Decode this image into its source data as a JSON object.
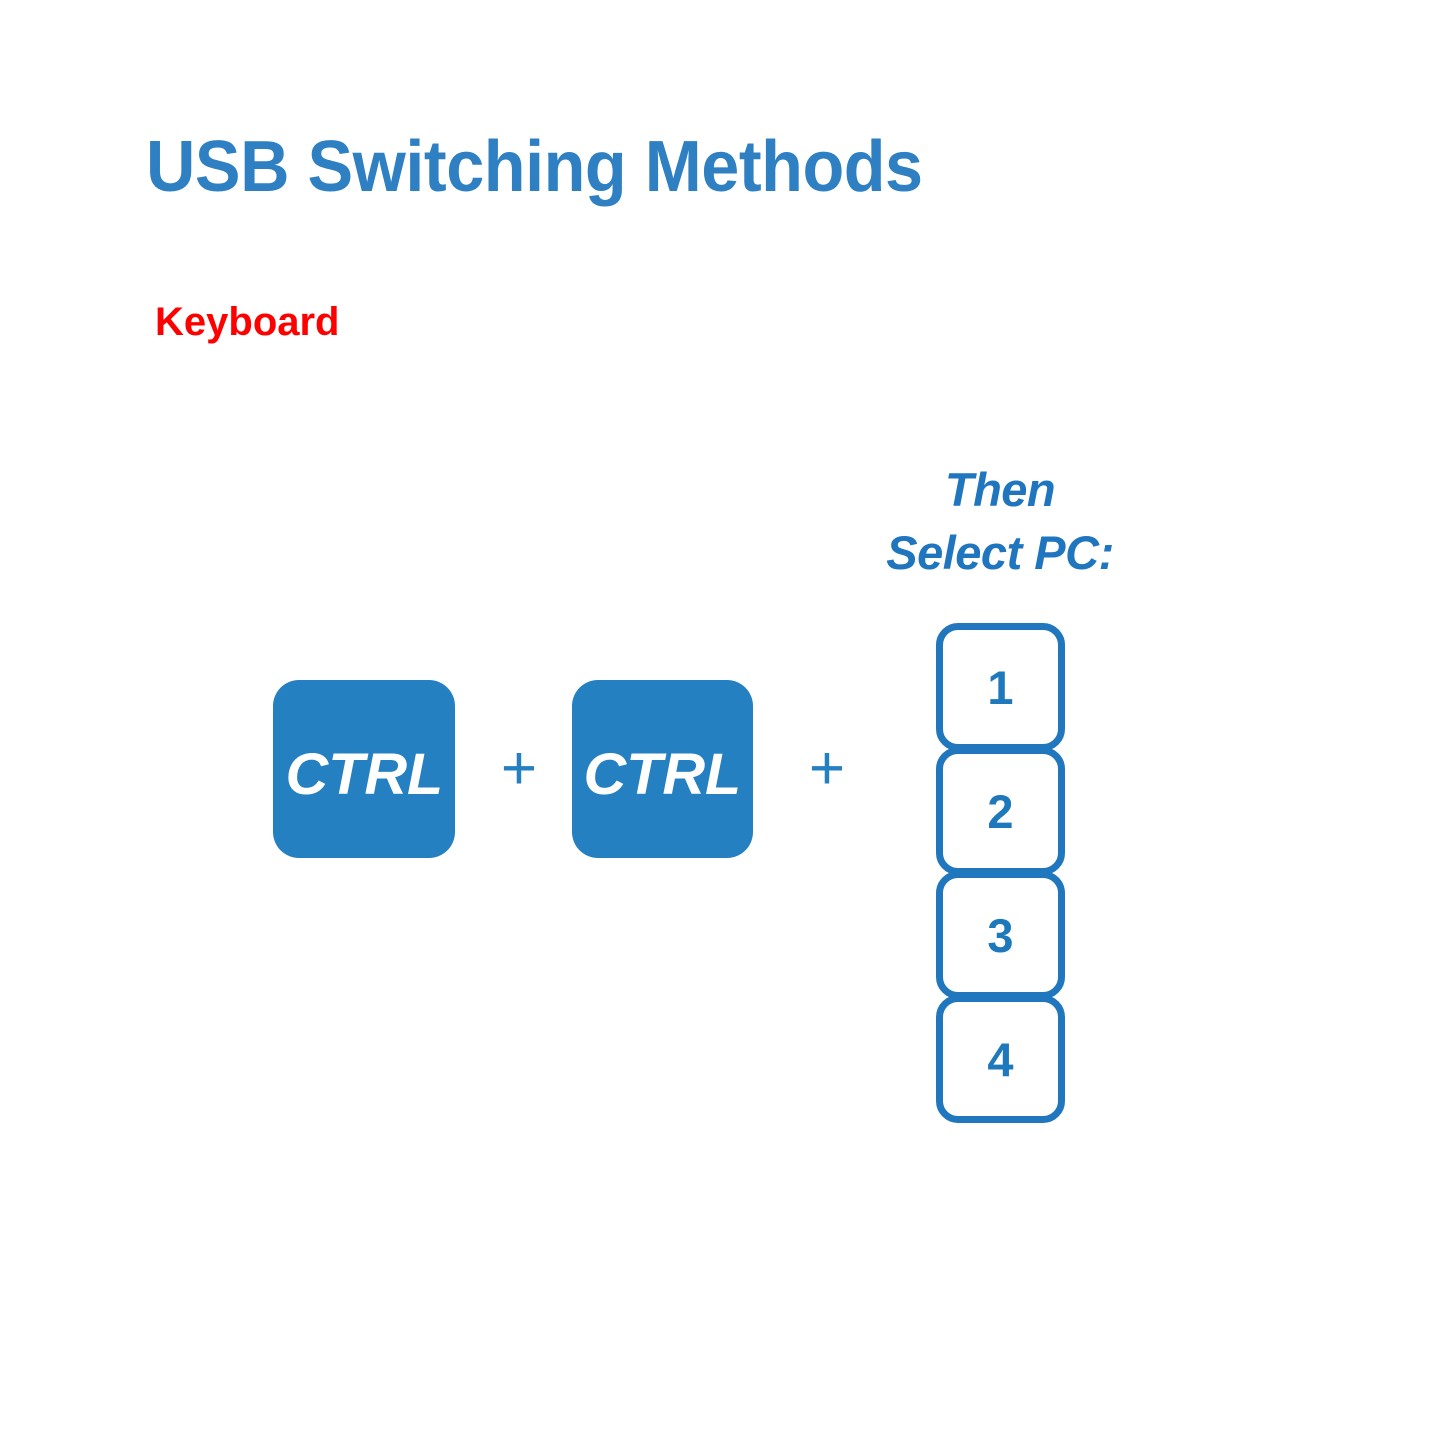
{
  "slide": {
    "title": "USB Switching Methods",
    "section_label": "Keyboard",
    "background_color": "#FFFFFF"
  },
  "colors": {
    "title_blue": "#2E80C2",
    "key_blue": "#2580C2",
    "outline_blue": "#2077BE",
    "numeral_blue": "#1E78BC",
    "label_red": "#FF0000",
    "key_text_white": "#FFFFFF"
  },
  "caption": {
    "line1": "Then",
    "line2": "Select PC:"
  },
  "shortcut": {
    "keys": [
      {
        "label": "CTRL",
        "style": "filled"
      },
      {
        "label": "CTRL",
        "style": "filled"
      }
    ],
    "separator": "+",
    "separators": [
      "+",
      "+"
    ]
  },
  "pc_selection": {
    "keys": [
      {
        "label": "1"
      },
      {
        "label": "2"
      },
      {
        "label": "3"
      },
      {
        "label": "4"
      }
    ]
  }
}
